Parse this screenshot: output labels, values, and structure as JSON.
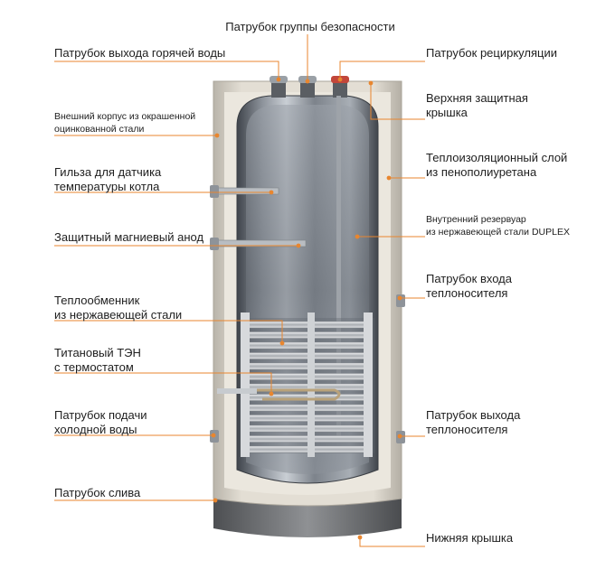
{
  "colors": {
    "accent": "#e8862f",
    "outer_shell": "#d9d4c9",
    "insulation": "#e6e1d6",
    "tank": "#8a8f96",
    "coil": "#c5c8cc",
    "bottom_cover": "#7c7e80"
  },
  "labels": {
    "safety_group": [
      "Патрубок группы безопасности"
    ],
    "hot_water_outlet": [
      "Патрубок выхода горячей воды"
    ],
    "recirculation": [
      "Патрубок рециркуляции"
    ],
    "outer_shell": [
      "Внешний корпус из окрашенной",
      "оцинкованной стали"
    ],
    "top_cover": [
      "Верхняя защитная",
      "крышка"
    ],
    "insulation": [
      "Теплоизоляционный слой",
      "из пенополиуретана"
    ],
    "sensor_sleeve": [
      "Гильза для датчика",
      "температуры котла"
    ],
    "inner_tank": [
      "Внутренний резервуар",
      "из нержавеющей стали DUPLEX"
    ],
    "magnesium_anode": [
      "Защитный магниевый анод"
    ],
    "coolant_inlet": [
      "Патрубок входа",
      "теплоносителя"
    ],
    "heat_exchanger": [
      "Теплообменник",
      "из нержавеющей стали"
    ],
    "titanium_heater": [
      "Титановый ТЭН",
      "с термостатом"
    ],
    "cold_water_inlet": [
      "Патрубок подачи",
      "холодной воды"
    ],
    "coolant_outlet": [
      "Патрубок выхода",
      "теплоносителя"
    ],
    "drain": [
      "Патрубок слива"
    ],
    "bottom_cover": [
      "Нижняя крышка"
    ]
  }
}
